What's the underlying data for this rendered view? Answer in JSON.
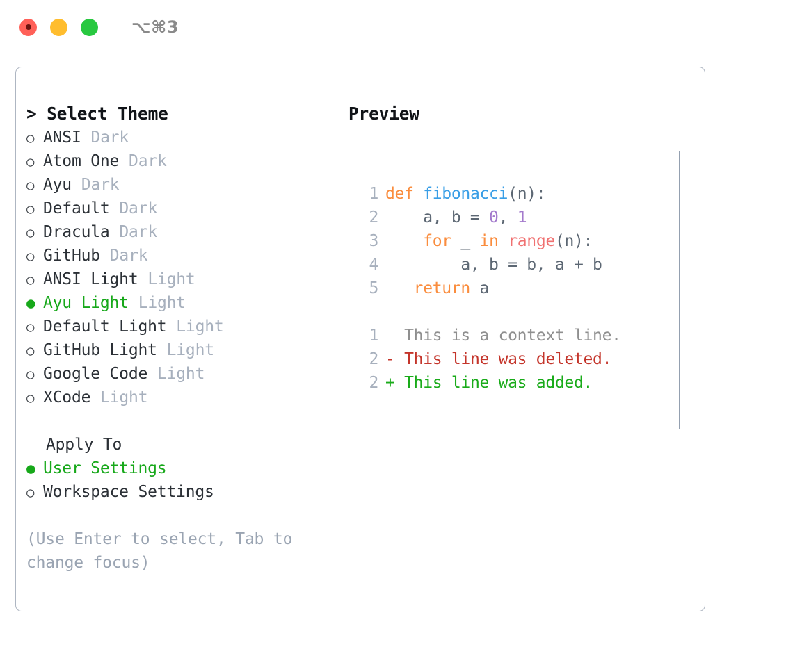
{
  "window": {
    "shortcut": "⌥⌘3",
    "traffic_lights": [
      "close-red",
      "minimize-yellow",
      "maximize-green"
    ]
  },
  "theme_picker": {
    "header": "> Select Theme",
    "options": [
      {
        "bullet": "○",
        "name": "ANSI",
        "tag": "Dark",
        "selected": false
      },
      {
        "bullet": "○",
        "name": "Atom One",
        "tag": "Dark",
        "selected": false
      },
      {
        "bullet": "○",
        "name": "Ayu",
        "tag": "Dark",
        "selected": false
      },
      {
        "bullet": "○",
        "name": "Default",
        "tag": "Dark",
        "selected": false
      },
      {
        "bullet": "○",
        "name": "Dracula",
        "tag": "Dark",
        "selected": false
      },
      {
        "bullet": "○",
        "name": "GitHub",
        "tag": "Dark",
        "selected": false
      },
      {
        "bullet": "○",
        "name": "ANSI Light",
        "tag": "Light",
        "selected": false
      },
      {
        "bullet": "●",
        "name": "Ayu Light",
        "tag": "Light",
        "selected": true
      },
      {
        "bullet": "○",
        "name": "Default Light",
        "tag": "Light",
        "selected": false
      },
      {
        "bullet": "○",
        "name": "GitHub Light",
        "tag": "Light",
        "selected": false
      },
      {
        "bullet": "○",
        "name": "Google Code",
        "tag": "Light",
        "selected": false
      },
      {
        "bullet": "○",
        "name": "XCode",
        "tag": "Light",
        "selected": false
      }
    ]
  },
  "apply_to": {
    "title": "Apply To",
    "options": [
      {
        "bullet": "●",
        "name": "User Settings",
        "selected": true
      },
      {
        "bullet": "○",
        "name": "Workspace Settings",
        "selected": false
      }
    ]
  },
  "hint": "(Use Enter to select, Tab to change focus)",
  "preview": {
    "header": "Preview",
    "code_lines": [
      {
        "no": "1",
        "tokens": [
          {
            "t": "def ",
            "c": "tok-kw"
          },
          {
            "t": "fibonacci",
            "c": "tok-fn"
          },
          {
            "t": "(n):",
            "c": "tok-txt"
          }
        ]
      },
      {
        "no": "2",
        "tokens": [
          {
            "t": "    a, b = ",
            "c": "tok-txt"
          },
          {
            "t": "0",
            "c": "tok-num"
          },
          {
            "t": ", ",
            "c": "tok-txt"
          },
          {
            "t": "1",
            "c": "tok-num"
          }
        ]
      },
      {
        "no": "3",
        "tokens": [
          {
            "t": "    ",
            "c": "tok-txt"
          },
          {
            "t": "for",
            "c": "tok-kw"
          },
          {
            "t": " _ ",
            "c": "tok-txt"
          },
          {
            "t": "in",
            "c": "tok-kw"
          },
          {
            "t": " ",
            "c": "tok-txt"
          },
          {
            "t": "range",
            "c": "tok-call"
          },
          {
            "t": "(n):",
            "c": "tok-txt"
          }
        ]
      },
      {
        "no": "4",
        "tokens": [
          {
            "t": "        a, b = b, a + b",
            "c": "tok-txt"
          }
        ]
      },
      {
        "no": "5",
        "tokens": [
          {
            "t": "   ",
            "c": "tok-txt"
          },
          {
            "t": "return",
            "c": "tok-kw"
          },
          {
            "t": " a",
            "c": "tok-txt"
          }
        ]
      }
    ],
    "diff_lines": [
      {
        "no": "1",
        "marker": "  ",
        "text": "This is a context line.",
        "cls": "diff-ctx"
      },
      {
        "no": "2",
        "marker": "- ",
        "text": "This line was deleted.",
        "cls": "diff-del"
      },
      {
        "no": "2",
        "marker": "+ ",
        "text": "This line was added.",
        "cls": "diff-add"
      }
    ]
  },
  "colors": {
    "accent_green": "#17a81a",
    "keyword_orange": "#fa8d3e",
    "function_blue": "#399ee6",
    "number_purple": "#a37acc",
    "call_red": "#f07171",
    "code_text": "#5c6773",
    "muted_gray": "#a7b0bd",
    "diff_delete": "#c4352b",
    "diff_add": "#1aab1a"
  }
}
